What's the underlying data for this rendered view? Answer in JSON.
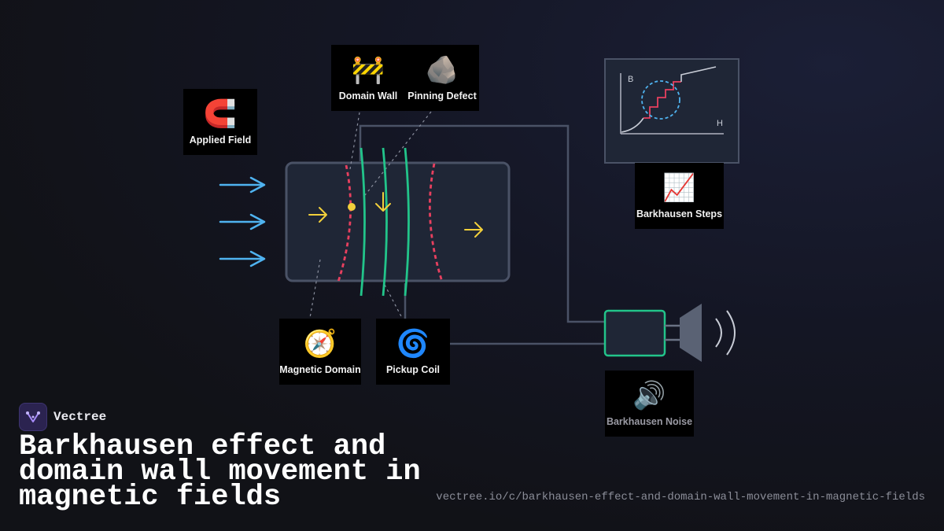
{
  "labels": {
    "applied_field": {
      "emoji": "🧲",
      "text": "Applied Field"
    },
    "domain_wall": {
      "emoji": "🚧",
      "text": "Domain Wall"
    },
    "pinning_defect": {
      "emoji": "🪨",
      "text": "Pinning Defect"
    },
    "magnetic_domain": {
      "emoji": "🧭",
      "text": "Magnetic Domain"
    },
    "pickup_coil": {
      "emoji": "🌀",
      "text": "Pickup Coil"
    },
    "barkhausen_steps": {
      "emoji": "📈",
      "text": "Barkhausen Steps"
    },
    "barkhausen_noise": {
      "emoji": "🔊",
      "text": "Barkhausen Noise"
    }
  },
  "graph": {
    "y_axis": "B",
    "x_axis": "H"
  },
  "colors": {
    "field_arrows": "#4fb3f0",
    "domain_wall": "#e8405f",
    "coil": "#22c48a",
    "magnetization": "#f2d03b",
    "wire": "#4a5266",
    "panel": "#1f2636"
  },
  "brand": {
    "name": "Vectree"
  },
  "title": "Barkhausen effect and domain wall movement in magnetic fields",
  "url": "vectree.io/c/barkhausen-effect-and-domain-wall-movement-in-magnetic-fields"
}
